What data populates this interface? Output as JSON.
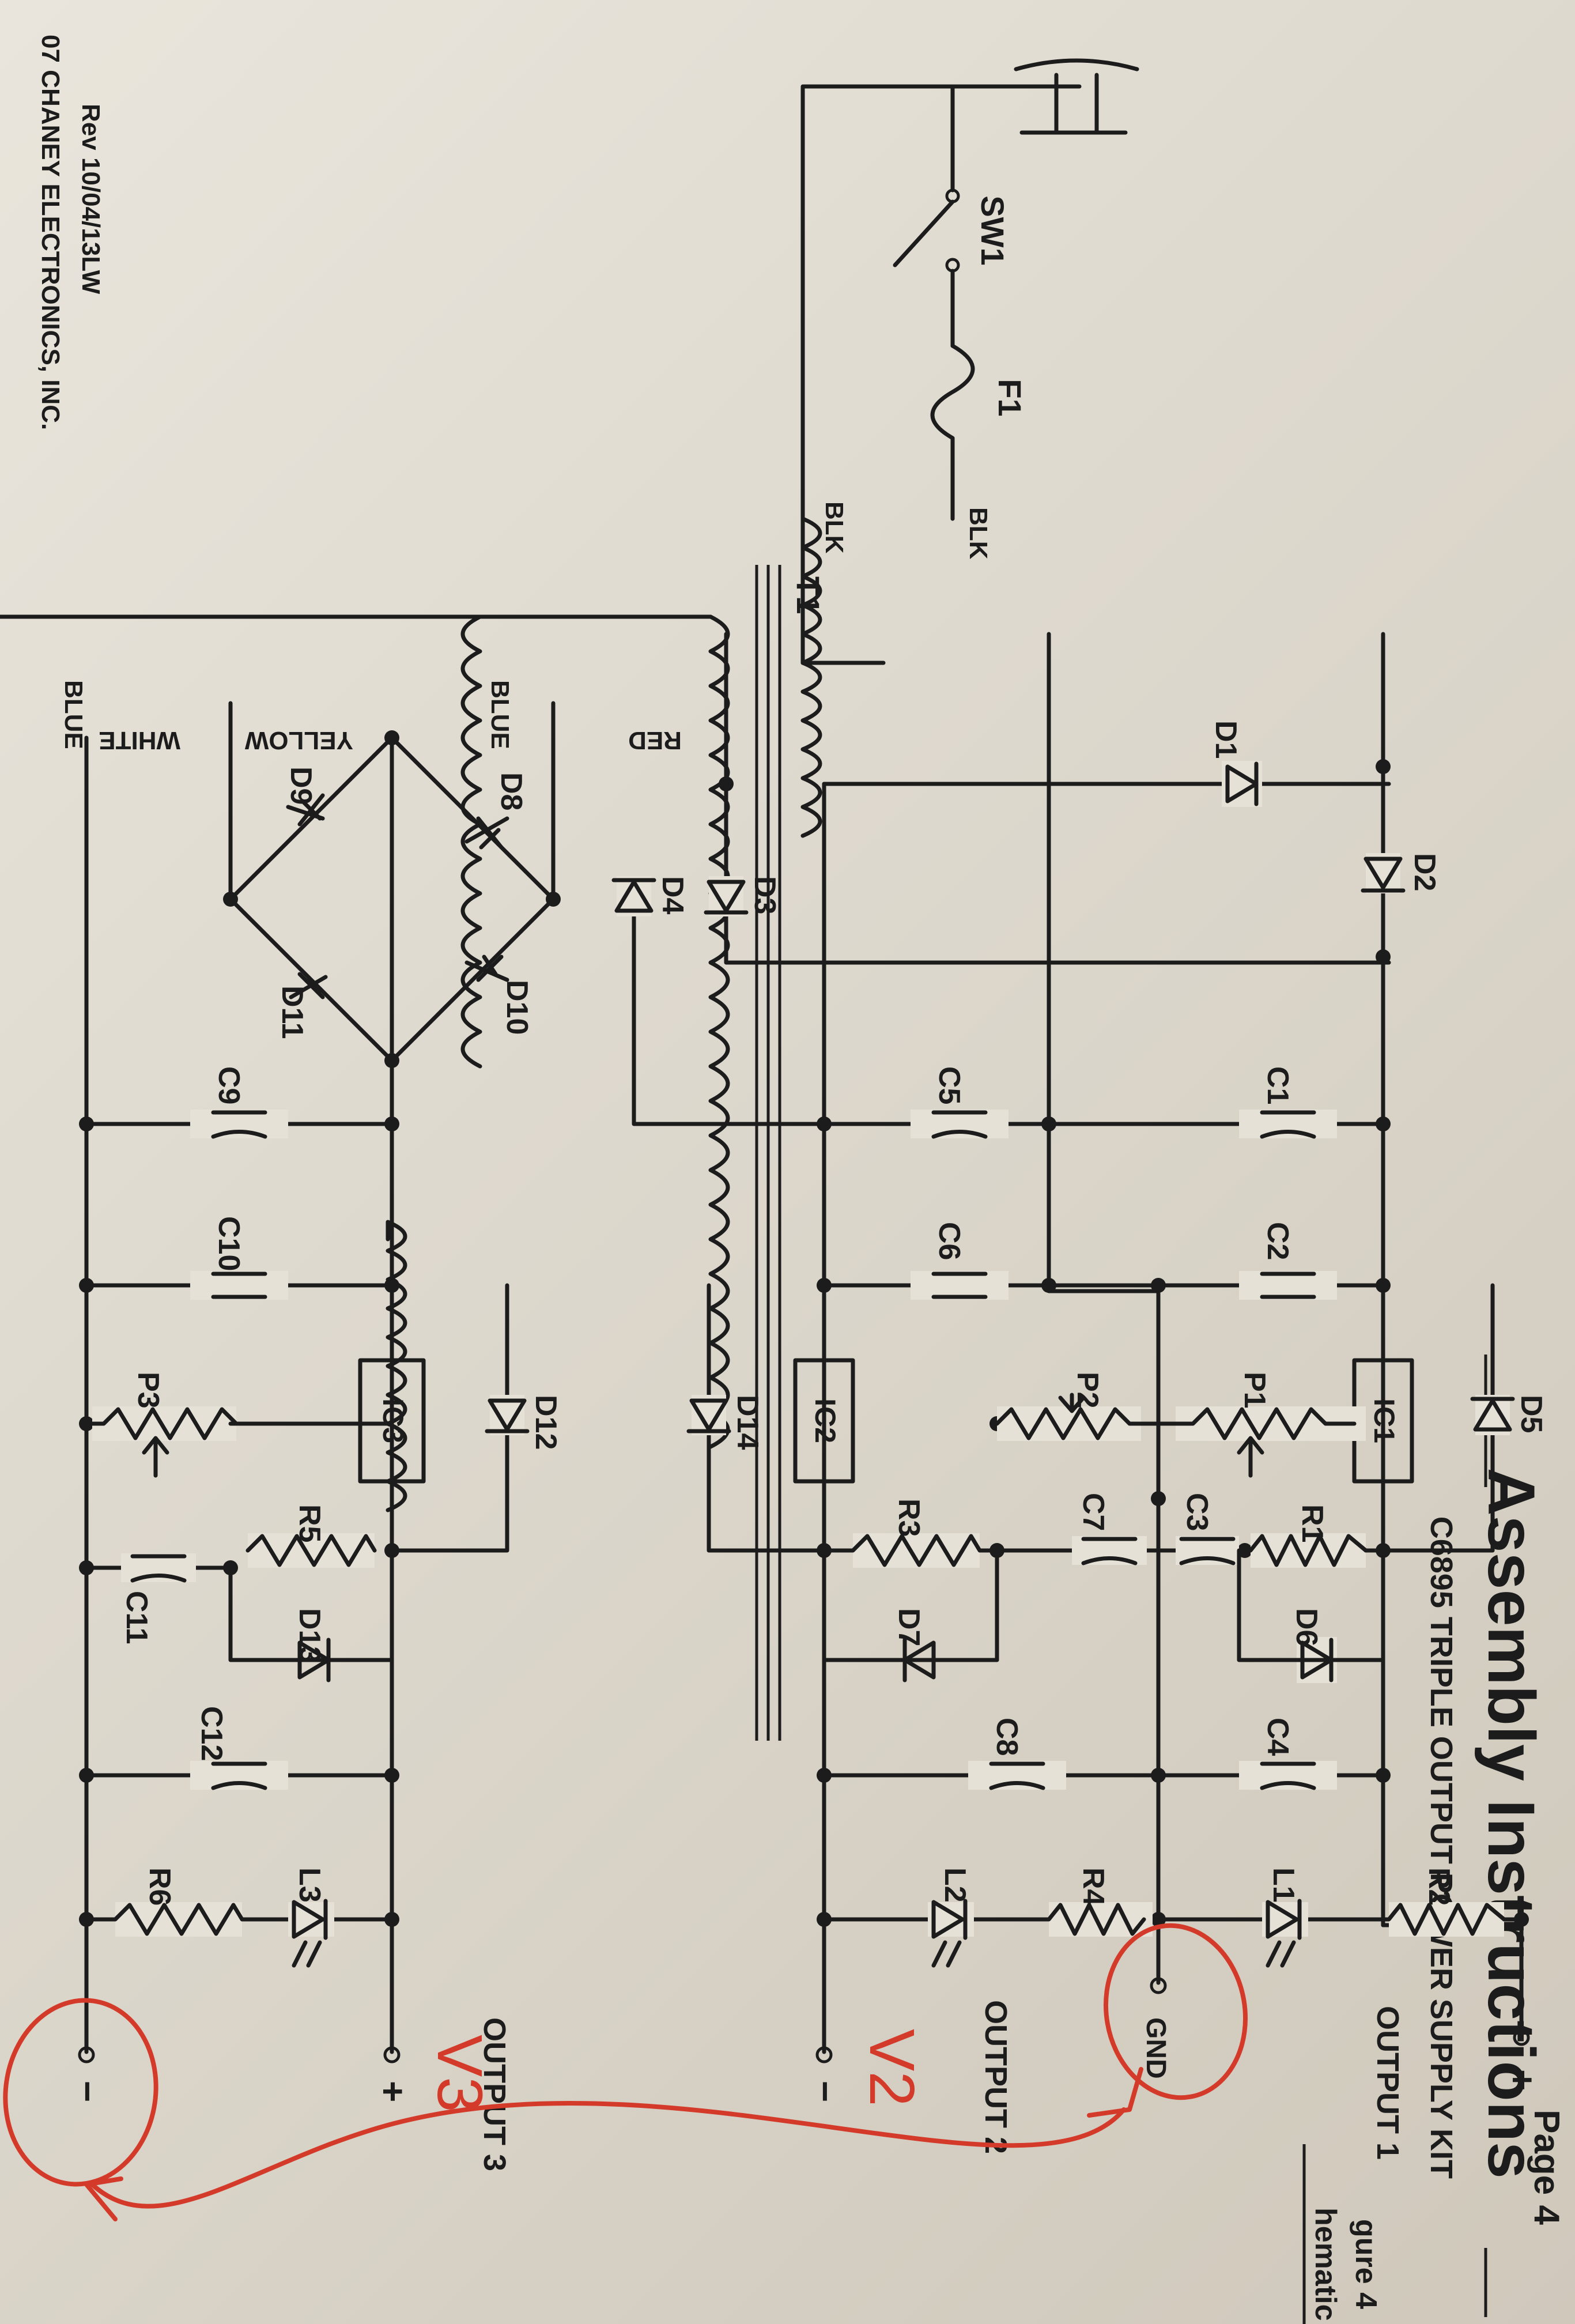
{
  "header": {
    "title": "Assembly Instructions",
    "subtitle": "C6895 TRIPLE OUTPUT POWER SUPPLY KIT",
    "page": "Page 4",
    "figure": "gure 4",
    "figure_caption": "hematic"
  },
  "footer": {
    "copyright": "07 CHANEY ELECTRONICS, INC.",
    "revision": "Rev 10/04/13LW"
  },
  "transformer": {
    "label": "T1"
  },
  "wires": {
    "red": "RED",
    "yellow": "YELLOW",
    "white": "WHITE",
    "blue_a": "BLUE",
    "blue_b": "BLUE",
    "blk_a": "BLK",
    "blk_b": "BLK"
  },
  "switch": {
    "label": "SW1"
  },
  "fuse": {
    "label": "F1"
  },
  "outputs": {
    "out1": {
      "label": "OUTPUT 1",
      "plus": "+",
      "gnd": "GND"
    },
    "out2": {
      "label": "OUTPUT 2",
      "minus": "−"
    },
    "out3": {
      "label": "OUTPUT 3",
      "plus": "+",
      "minus": "−"
    }
  },
  "components": {
    "D1": "D1",
    "D2": "D2",
    "D3": "D3",
    "D4": "D4",
    "D5": "D5",
    "D6": "D6",
    "D7": "D7",
    "D8": "D8",
    "D9": "D9",
    "D10": "D10",
    "D11": "D11",
    "D12": "D12",
    "D13": "D13",
    "D14": "D14",
    "C1": "C1",
    "C2": "C2",
    "C3": "C3",
    "C4": "C4",
    "C5": "C5",
    "C6": "C6",
    "C7": "C7",
    "C8": "C8",
    "C9": "C9",
    "C10": "C10",
    "C11": "C11",
    "C12": "C12",
    "R1": "R1",
    "R2": "R2",
    "R3": "R3",
    "R4": "R4",
    "R5": "R5",
    "R6": "R6",
    "P1": "P1",
    "P2": "P2",
    "P3": "P3",
    "L1": "L1",
    "L2": "L2",
    "L3": "L3",
    "IC1": "IC1",
    "IC2": "IC2",
    "IC3": "IC3"
  },
  "handwriting": {
    "v2": "V2",
    "v3": "V3"
  },
  "colors": {
    "annotation": "#d43a2a",
    "ink": "#1c1c1c",
    "paper": "#e6e1d7"
  }
}
